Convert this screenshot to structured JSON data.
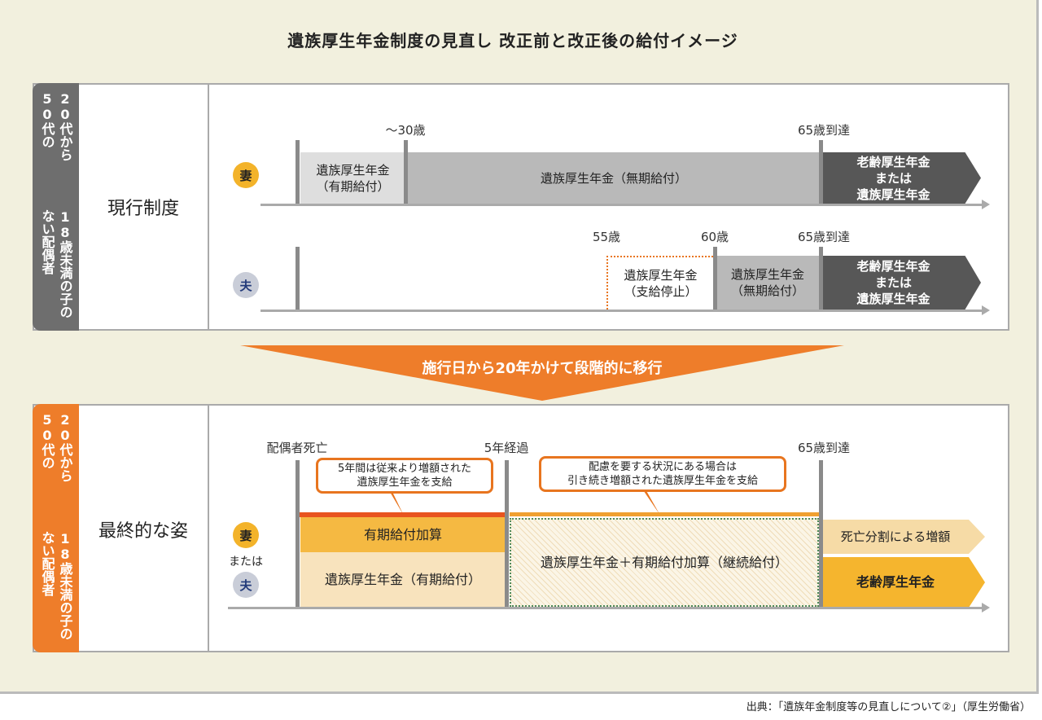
{
  "title": "遺族厚生年金制度の見直し 改正前と改正後の給付イメージ",
  "subject": {
    "line1": "20代から50代の",
    "line2": "18歳未満の子のない配偶者"
  },
  "current": {
    "label": "現行制度",
    "wife": {
      "icon": "妻",
      "markers": [
        "〜30歳",
        "65歳到達"
      ],
      "segments": [
        "遺族厚生年金\n（有期給付）",
        "遺族厚生年金（無期給付）",
        "老齢厚生年金\nまたは\n遺族厚生年金"
      ]
    },
    "husband": {
      "icon": "夫",
      "markers": [
        "55歳",
        "60歳",
        "65歳到達"
      ],
      "segments": [
        "遺族厚生年金\n（支給停止）",
        "遺族厚生年金\n（無期給付）",
        "老齢厚生年金\nまたは\n遺族厚生年金"
      ]
    }
  },
  "transition": "施行日から20年かけて段階的に移行",
  "final": {
    "label": "最終的な姿",
    "wife_icon": "妻",
    "or": "または",
    "husband_icon": "夫",
    "markers": [
      "配偶者死亡",
      "5年経過",
      "65歳到達"
    ],
    "callouts": [
      "5年間は従来より増額された\n遺族厚生年金を支給",
      "配慮を要する状況にある場合は\n引き続き増額された遺族厚生年金を支給"
    ],
    "segments": {
      "addition": "有期給付加算",
      "fixed": "遺族厚生年金（有期給付）",
      "continued": "遺族厚生年金＋有期給付加算（継続給付）",
      "split": "死亡分割による増額",
      "old_age": "老齢厚生年金"
    }
  },
  "source": "出典：「遺族年金制度等の見直しについて②」（厚生労働省）",
  "colors": {
    "orange": "#ee7d2a",
    "gray": "#6e6e6e",
    "yellow": "#f3b32a"
  }
}
